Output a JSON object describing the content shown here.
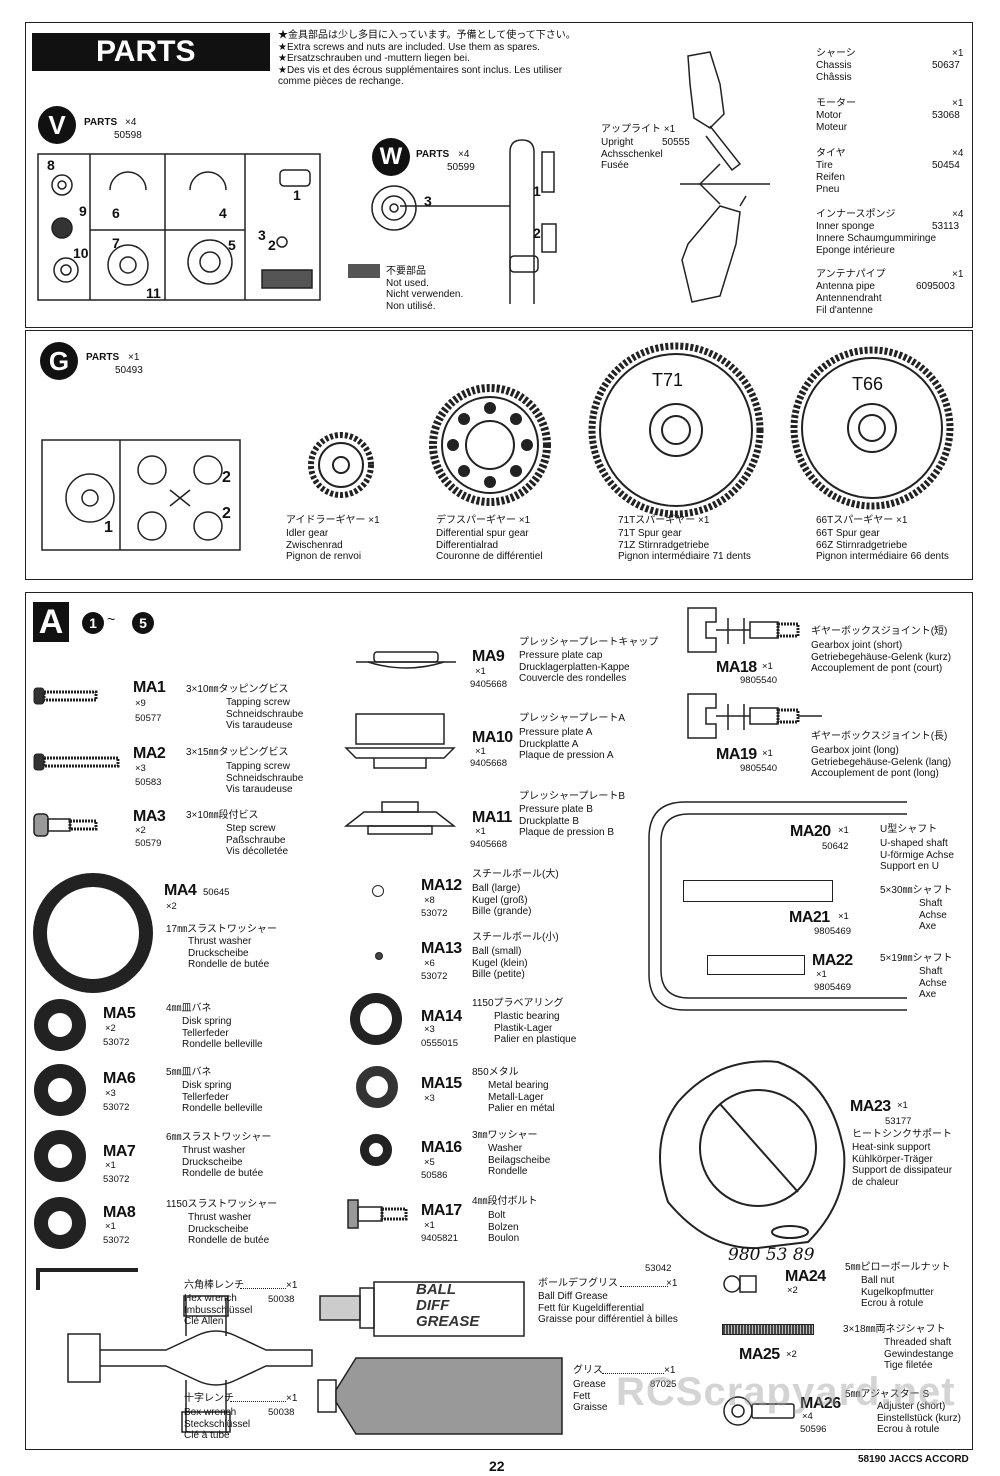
{
  "parts_title": "PARTS",
  "spares_note": [
    "★金具部品は少し多目に入っています。予備として使って下さい。",
    "★Extra screws and nuts are included. Use them as spares.",
    "★Ersatzschrauben und -muttern liegen bei.",
    "★Des vis et des écrous supplémentaires sont inclus. Les utiliser",
    "  comme pièces de rechange."
  ],
  "sprue_v": {
    "letter": "V",
    "label": "PARTS",
    "qty": "×4",
    "pno": "50598",
    "numbers": [
      "8",
      "9",
      "10",
      "6",
      "4",
      "7",
      "5",
      "11",
      "3",
      "2",
      "1"
    ]
  },
  "sprue_w": {
    "letter": "W",
    "label": "PARTS",
    "qty": "×4",
    "pno": "50599",
    "numbers": [
      "3",
      "1",
      "2"
    ]
  },
  "not_used": [
    "不要部品",
    "Not used.",
    "Nicht verwenden.",
    "Non utilisé."
  ],
  "upright": {
    "jp": "アップライト",
    "qty": "×1",
    "pno": "50555",
    "lines": [
      "Upright",
      "Achsschenkel",
      "Fusée"
    ]
  },
  "side_list": [
    {
      "jp": "シャーシ",
      "qty": "×1",
      "en": "Chassis",
      "pno": "50637",
      "more": [
        "Châssis"
      ]
    },
    {
      "jp": "モーター",
      "qty": "×1",
      "en": "Motor",
      "pno": "53068",
      "more": [
        "Moteur"
      ]
    },
    {
      "jp": "タイヤ",
      "qty": "×4",
      "en": "Tire",
      "pno": "50454",
      "more": [
        "Reifen",
        "Pneu"
      ]
    },
    {
      "jp": "インナースポンジ",
      "qty": "×4",
      "en": "Inner sponge",
      "pno": "53113",
      "more": [
        "Innere Schaumgummiringe",
        "Eponge intérieure"
      ]
    },
    {
      "jp": "アンテナパイプ",
      "qty": "×1",
      "en": "Antenna pipe",
      "pno": "6095003",
      "more": [
        "Antennendraht",
        "Fil d'antenne"
      ]
    }
  ],
  "sprue_g": {
    "letter": "G",
    "label": "PARTS",
    "qty": "×1",
    "pno": "50493",
    "numbers": [
      "2",
      "2",
      "1"
    ]
  },
  "gears": [
    {
      "jp": "アイドラーギヤー",
      "qty": "×1",
      "lines": [
        "Idler gear",
        "Zwischenrad",
        "Pignon de renvoi"
      ]
    },
    {
      "jp": "デフスパーギヤー",
      "qty": "×1",
      "lines": [
        "Differential spur gear",
        "Differentialrad",
        "Couronne de différentiel"
      ]
    },
    {
      "jp": "71Tスパーギヤー",
      "qty": "×1",
      "lines": [
        "71T Spur gear",
        "71Z Stirnradgetriebe",
        "Pignon intermédiaire 71 dents"
      ],
      "mark": "T71"
    },
    {
      "jp": "66Tスパーギヤー",
      "qty": "×1",
      "lines": [
        "66T Spur gear",
        "66Z Stirnradgetriebe",
        "Pignon intermédiaire 66 dents"
      ],
      "mark": "T66"
    }
  ],
  "bag": {
    "letter": "A",
    "steps": [
      "1",
      "~",
      "5"
    ]
  },
  "col1": [
    {
      "code": "MA1",
      "qty": "×9",
      "pno": "50577",
      "jp": "3×10㎜タッピングビス",
      "lines": [
        "Tapping screw",
        "Schneidschraube",
        "Vis taraudeuse"
      ]
    },
    {
      "code": "MA2",
      "qty": "×3",
      "pno": "50583",
      "jp": "3×15㎜タッピングビス",
      "lines": [
        "Tapping screw",
        "Schneidschraube",
        "Vis taraudeuse"
      ]
    },
    {
      "code": "MA3",
      "qty": "×2",
      "pno": "50579",
      "jp": "3×10㎜段付ビス",
      "lines": [
        "Step screw",
        "Paßschraube",
        "Vis décolletée"
      ]
    },
    {
      "code": "MA4",
      "qty": "×2",
      "pno": "50645",
      "jp": "17㎜スラストワッシャー",
      "lines": [
        "Thrust washer",
        "Druckscheibe",
        "Rondelle de butée"
      ]
    },
    {
      "code": "MA5",
      "qty": "×2",
      "pno": "53072",
      "jp": "4㎜皿バネ",
      "lines": [
        "Disk spring",
        "Tellerfeder",
        "Rondelle belleville"
      ]
    },
    {
      "code": "MA6",
      "qty": "×3",
      "pno": "53072",
      "jp": "5㎜皿バネ",
      "lines": [
        "Disk spring",
        "Tellerfeder",
        "Rondelle belleville"
      ]
    },
    {
      "code": "MA7",
      "qty": "×1",
      "pno": "53072",
      "jp": "6㎜スラストワッシャー",
      "lines": [
        "Thrust washer",
        "Druckscheibe",
        "Rondelle de butée"
      ]
    },
    {
      "code": "MA8",
      "qty": "×1",
      "pno": "53072",
      "jp": "1150スラストワッシャー",
      "lines": [
        "Thrust washer",
        "Druckscheibe",
        "Rondelle de butée"
      ]
    }
  ],
  "col2": [
    {
      "code": "MA9",
      "qty": "×1",
      "pno": "9405668",
      "jp": "プレッシャープレートキャップ",
      "lines": [
        "Pressure plate cap",
        "Drucklagerplatten-Kappe",
        "Couvercle des rondelles"
      ]
    },
    {
      "code": "MA10",
      "qty": "×1",
      "pno": "9405668",
      "jp": "プレッシャープレートA",
      "lines": [
        "Pressure plate A",
        "Druckplatte A",
        "Plaque de pression A"
      ]
    },
    {
      "code": "MA11",
      "qty": "×1",
      "pno": "9405668",
      "jp": "プレッシャープレートB",
      "lines": [
        "Pressure plate B",
        "Druckplatte B",
        "Plaque de pression B"
      ]
    },
    {
      "code": "MA12",
      "qty": "×8",
      "pno": "53072",
      "jp": "スチールボール(大)",
      "lines": [
        "Ball (large)",
        "Kugel (groß)",
        "Bille (grande)"
      ]
    },
    {
      "code": "MA13",
      "qty": "×6",
      "pno": "53072",
      "jp": "スチールボール(小)",
      "lines": [
        "Ball (small)",
        "Kugel (klein)",
        "Bille (petite)"
      ]
    },
    {
      "code": "MA14",
      "qty": "×3",
      "pno": "0555015",
      "jp": "1150プラベアリング",
      "lines": [
        "Plastic bearing",
        "Plastik-Lager",
        "Palier en plastique"
      ]
    },
    {
      "code": "MA15",
      "qty": "×3",
      "pno": "",
      "jp": "850メタル",
      "lines": [
        "Metal bearing",
        "Metall-Lager",
        "Palier en métal"
      ]
    },
    {
      "code": "MA16",
      "qty": "×5",
      "pno": "50586",
      "jp": "3㎜ワッシャー",
      "lines": [
        "Washer",
        "Beilagscheibe",
        "Rondelle"
      ]
    },
    {
      "code": "MA17",
      "qty": "×1",
      "pno": "9405821",
      "jp": "4㎜段付ボルト",
      "lines": [
        "Bolt",
        "Bolzen",
        "Boulon"
      ]
    }
  ],
  "col3": [
    {
      "code": "MA18",
      "qty": "×1",
      "pno": "9805540",
      "jp": "ギヤーボックスジョイント(短)",
      "lines": [
        "Gearbox joint (short)",
        "Getriebegehäuse-Gelenk (kurz)",
        "Accouplement de pont (court)"
      ]
    },
    {
      "code": "MA19",
      "qty": "×1",
      "pno": "9805540",
      "jp": "ギヤーボックスジョイント(長)",
      "lines": [
        "Gearbox joint (long)",
        "Getriebegehäuse-Gelenk (lang)",
        "Accouplement de pont (long)"
      ]
    },
    {
      "code": "MA20",
      "qty": "×1",
      "pno": "50642",
      "jp": "U型シャフト",
      "lines": [
        "U-shaped shaft",
        "U-förmige Achse",
        "Support en U"
      ]
    },
    {
      "code": "MA21",
      "qty": "×1",
      "pno": "9805469",
      "jp": "5×30㎜シャフト",
      "lines": [
        "Shaft",
        "Achse",
        "Axe"
      ]
    },
    {
      "code": "MA22",
      "qty": "×1",
      "pno": "9805469",
      "jp": "5×19㎜シャフト",
      "lines": [
        "Shaft",
        "Achse",
        "Axe"
      ]
    },
    {
      "code": "MA23",
      "qty": "×1",
      "pno": "53177",
      "jp": "ヒートシンクサポート",
      "lines": [
        "Heat-sink support",
        "Kühlkörper-Träger",
        "Support de dissipateur",
        "de chaleur"
      ]
    },
    {
      "code": "MA24",
      "qty": "×2",
      "pno": "",
      "jp": "5㎜ピローボールナット",
      "lines": [
        "Ball nut",
        "Kugelkopfmutter",
        "Ecrou à rotule"
      ]
    },
    {
      "code": "MA25",
      "qty": "×2",
      "pno": "",
      "jp": "3×18㎜両ネジシャフト",
      "lines": [
        "Threaded shaft",
        "Gewindestange",
        "Tige filetée"
      ]
    },
    {
      "code": "MA26",
      "qty": "×4",
      "pno": "50596",
      "jp": "5㎜アジャスター S",
      "lines": [
        "Adjuster (short)",
        "Einstellstück (kurz)",
        "Ecrou à rotule"
      ]
    }
  ],
  "handwriting": "980 53 89",
  "hex_wrench": {
    "jp": "六角棒レンチ",
    "qty": "×1",
    "pno": "50038",
    "lines": [
      "Hex wrench",
      "Imbusschlüssel",
      "Clé Allen"
    ]
  },
  "box_wrench": {
    "jp": "十字レンチ",
    "qty": "×1",
    "pno": "50038",
    "lines": [
      "Box wrench",
      "Steckschlüssel",
      "Clé à tube"
    ]
  },
  "diff_grease": {
    "jp": "ボールデフグリス",
    "qty": "×1",
    "pno": "53042",
    "lines": [
      "Ball Diff Grease",
      "Fett für Kugeldifferential",
      "Graisse pour différentiel à billes"
    ],
    "tube_text": [
      "BALL",
      "DIFF",
      "GREASE"
    ]
  },
  "grease": {
    "jp": "グリス",
    "qty": "×1",
    "pno": "87025",
    "lines": [
      "Grease",
      "Fett",
      "Graisse"
    ]
  },
  "page_number": "22",
  "footer": "58190 JACCS ACCORD",
  "watermark": "RCScrapyard.net"
}
